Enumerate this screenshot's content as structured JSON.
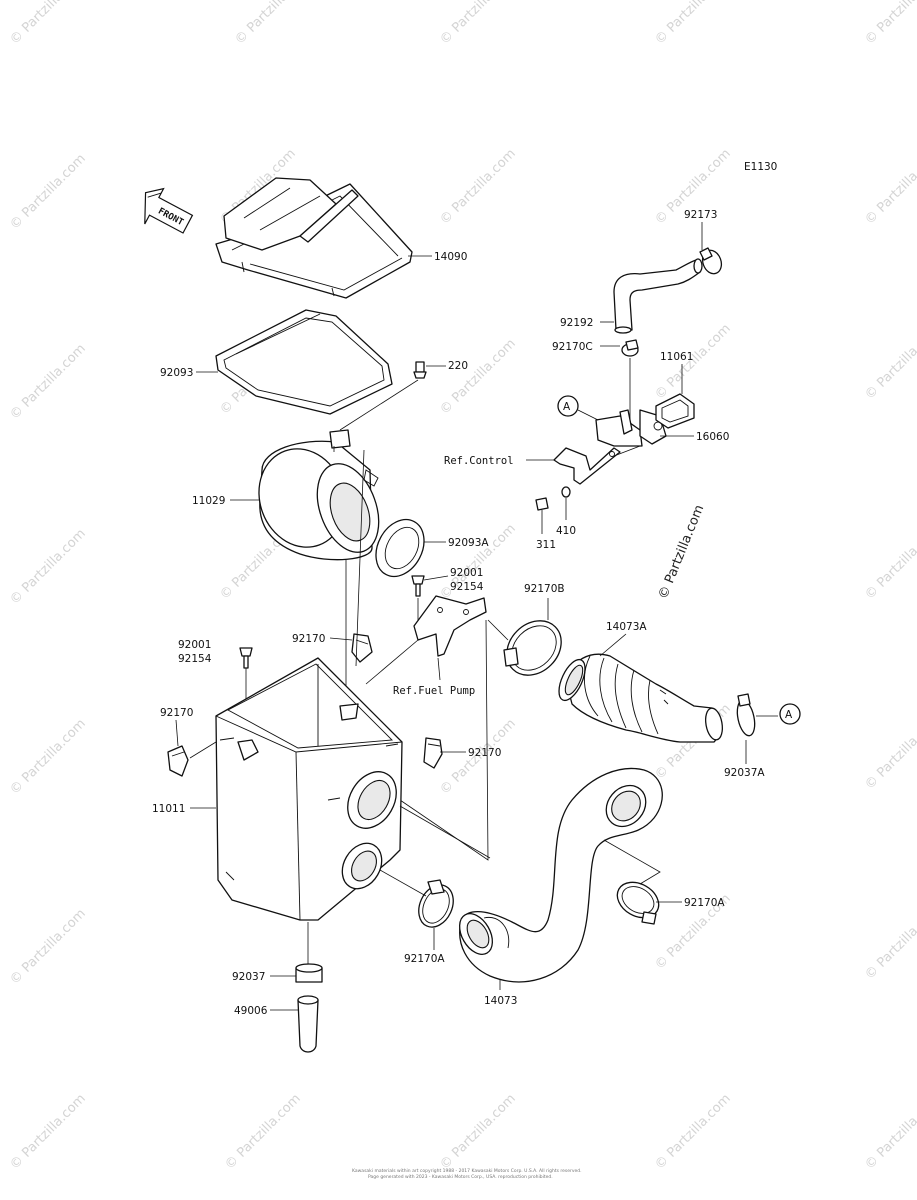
{
  "diagram": {
    "code": "E1130",
    "direction_badge": "FRONT",
    "watermark": "© Partzilla.com",
    "side_watermark": "© Partzilla.com",
    "footer_line1": "Kawasaki materials within art copyright 1988 - 2017 Kawasaki Motors Corp. U.S.A. All rights reserved.",
    "footer_line2": "Page generated with 2023 - Kawasaki Motors Corp., USA. reproduction prohibited.",
    "refs": {
      "control": "Ref.Control",
      "fuel_pump": "Ref.Fuel Pump"
    },
    "callout_letter": "A",
    "parts": {
      "p14090": "14090",
      "p92093": "92093",
      "p220": "220",
      "p11029": "11029",
      "p92093A": "92093A",
      "p92001_a": "92001",
      "p92154_a": "92154",
      "p92001_b": "92001",
      "p92154_b": "92154",
      "p92170_a": "92170",
      "p92170_b": "92170",
      "p92170_c": "92170",
      "p11011": "11011",
      "p92037": "92037",
      "p49006": "49006",
      "p92170A_a": "92170A",
      "p14073": "14073",
      "p92170A_b": "92170A",
      "p92170B": "92170B",
      "p14073A": "14073A",
      "p92037A": "92037A",
      "p92173": "92173",
      "p92192": "92192",
      "p92170C": "92170C",
      "p11061": "11061",
      "p16060": "16060",
      "p410": "410",
      "p311": "311"
    }
  }
}
